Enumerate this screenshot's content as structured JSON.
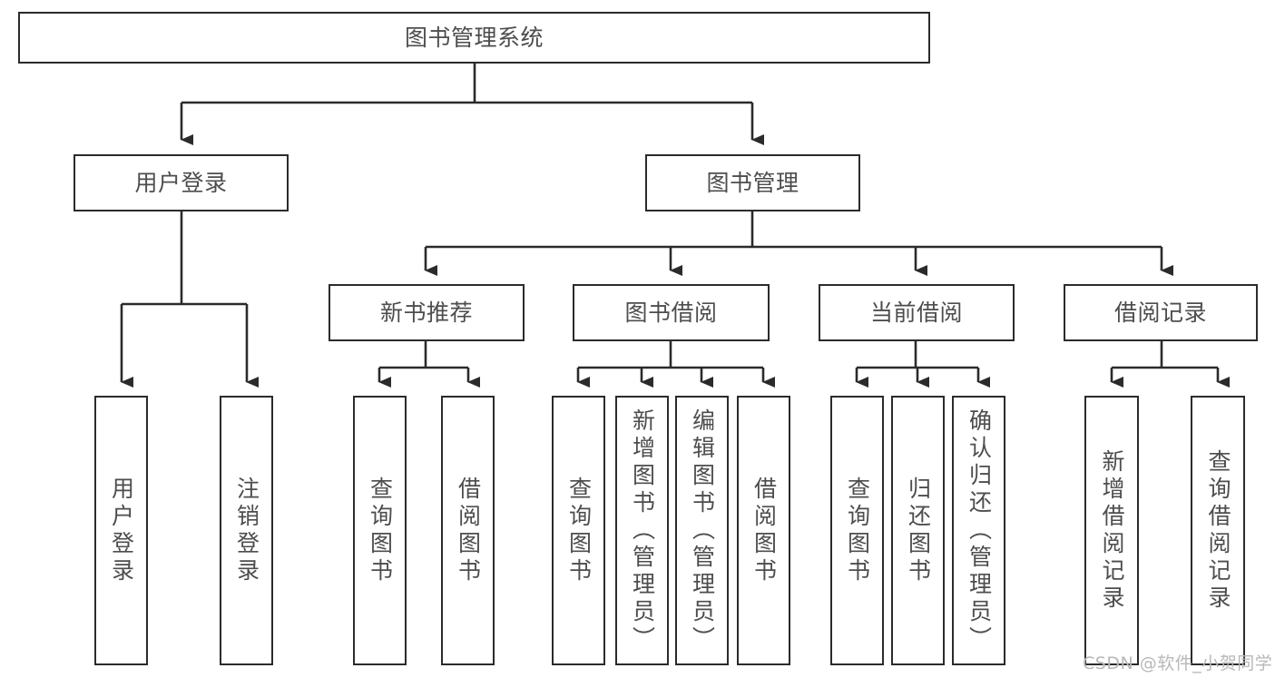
{
  "diagram": {
    "title": "图书管理系统",
    "type": "hierarchy-tree",
    "colors": {
      "box_border": "#2b2b2b",
      "box_fill": "#ffffff",
      "text": "#4d4d4d",
      "edge": "#2b2b2b",
      "watermark": "#b8b8b8"
    },
    "levels": {
      "root": {
        "label": "图书管理系统"
      },
      "level2": [
        {
          "id": "user-login",
          "label": "用户登录"
        },
        {
          "id": "book-management",
          "label": "图书管理"
        }
      ],
      "level3": [
        {
          "id": "new-book-recommend",
          "label": "新书推荐",
          "parent": "book-management"
        },
        {
          "id": "book-borrow",
          "label": "图书借阅",
          "parent": "book-management"
        },
        {
          "id": "current-borrow",
          "label": "当前借阅",
          "parent": "book-management"
        },
        {
          "id": "borrow-record",
          "label": "借阅记录",
          "parent": "book-management"
        }
      ],
      "leaves": [
        {
          "id": "leaf-user-login",
          "label": "用户登录",
          "parent": "user-login"
        },
        {
          "id": "leaf-logout-login",
          "label": "注销登录",
          "parent": "user-login"
        },
        {
          "id": "leaf-query-book-1",
          "label": "查询图书",
          "parent": "new-book-recommend"
        },
        {
          "id": "leaf-borrow-book-1",
          "label": "借阅图书",
          "parent": "new-book-recommend"
        },
        {
          "id": "leaf-query-book-2",
          "label": "查询图书",
          "parent": "book-borrow"
        },
        {
          "id": "leaf-add-book",
          "label": "新增图书（管理员）",
          "parent": "book-borrow"
        },
        {
          "id": "leaf-edit-book",
          "label": "编辑图书（管理员）",
          "parent": "book-borrow"
        },
        {
          "id": "leaf-borrow-book-2",
          "label": "借阅图书",
          "parent": "book-borrow"
        },
        {
          "id": "leaf-query-book-3",
          "label": "查询图书",
          "parent": "current-borrow"
        },
        {
          "id": "leaf-return-book",
          "label": "归还图书",
          "parent": "current-borrow"
        },
        {
          "id": "leaf-confirm-return",
          "label": "确认归还（管理员）",
          "parent": "current-borrow"
        },
        {
          "id": "leaf-add-record",
          "label": "新增借阅记录",
          "parent": "borrow-record"
        },
        {
          "id": "leaf-query-record",
          "label": "查询借阅记录",
          "parent": "borrow-record"
        }
      ]
    },
    "watermark": "CSDN @软件_小贺同学"
  }
}
